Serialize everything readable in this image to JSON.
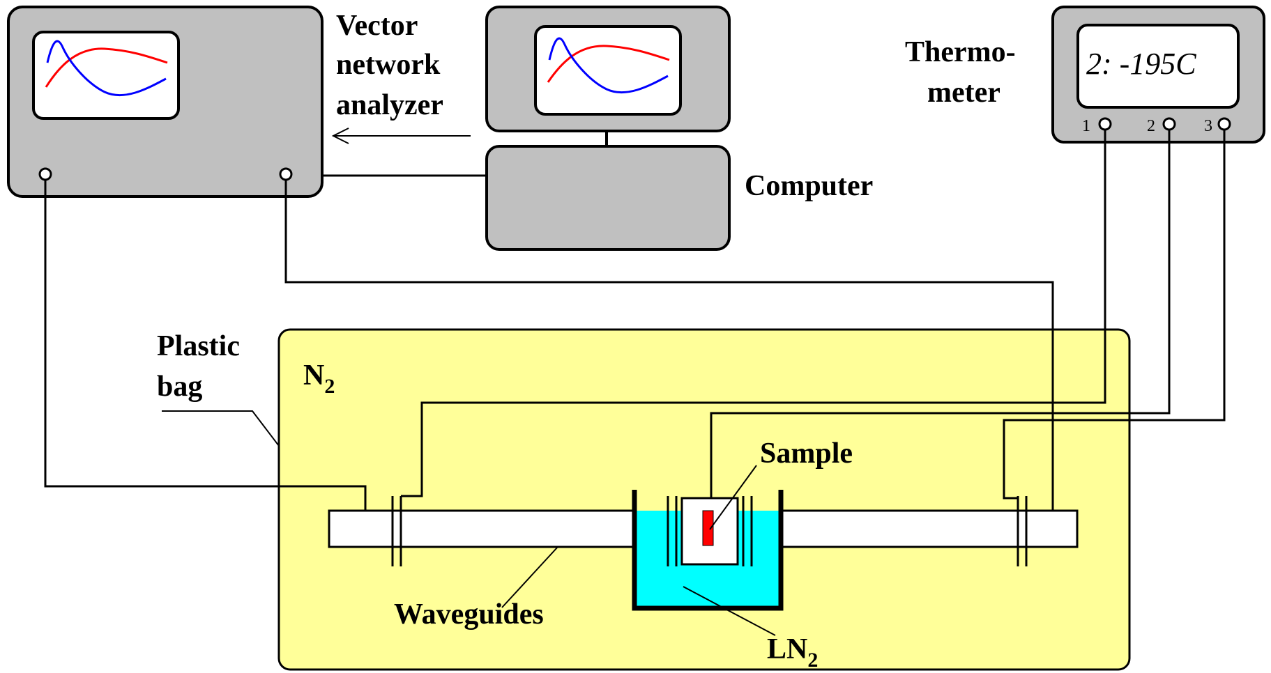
{
  "labels": {
    "vna_line1": "Vector",
    "vna_line2": "network",
    "vna_line3": "analyzer",
    "computer": "Computer",
    "thermo_line1": "Thermo-",
    "thermo_line2": "meter",
    "plastic_line1": "Plastic",
    "plastic_line2": "bag",
    "n2_base": "N",
    "n2_sub": "2",
    "sample": "Sample",
    "waveguides": "Waveguides",
    "ln2_base": "LN",
    "ln2_sub": "2"
  },
  "thermometer": {
    "readout": "2: -195C",
    "ports": [
      "1",
      "2",
      "3"
    ]
  },
  "colors": {
    "device_gray": "#c0c0c0",
    "bag_yellow": "#ffff99",
    "liquid_cyan": "#00ffff",
    "sample_red": "#ff0000",
    "trace_red": "#ff0000",
    "trace_blue": "#0000ff"
  }
}
